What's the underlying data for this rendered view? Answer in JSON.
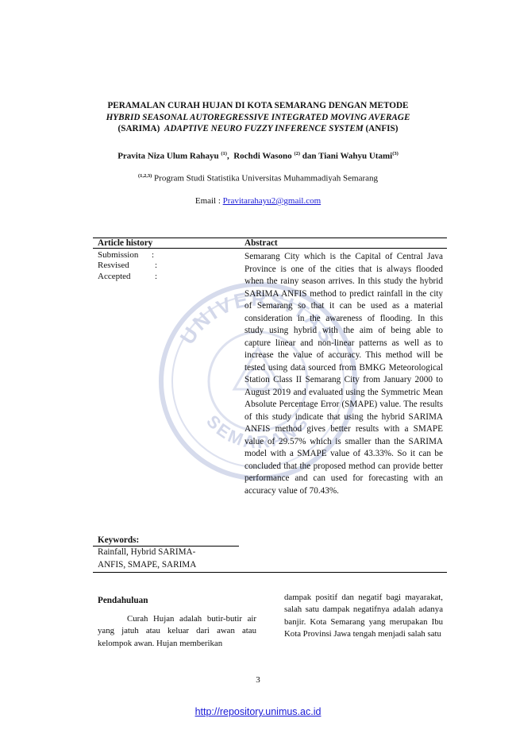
{
  "title": {
    "line1": "PERAMALAN CURAH HUJAN DI KOTA SEMARANG DENGAN METODE",
    "line2": "HYBRID SEASONAL AUTOREGRESSIVE INTEGRATED MOVING AVERAGE",
    "line3_a": "(SARIMA)",
    "line3_b": "ADAPTIVE NEURO FUZZY INFERENCE SYSTEM",
    "line3_c": "(ANFIS)"
  },
  "authors": {
    "a1": "Pravita Niza Ulum Rahayu",
    "a1_sup": "(1)",
    "a2": "Rochdi Wasono",
    "a2_sup": "(2)",
    "a3": "dan Tiani Wahyu Utami",
    "a3_sup": "(3)"
  },
  "affiliation": {
    "sup": "(1,2,3)",
    "text": "Program Studi Statistika Universitas Muhammadiyah Semarang"
  },
  "email": {
    "label": "Email :",
    "address": "Pravitarahayu2@gmail.com"
  },
  "article_history": {
    "heading": "Article history",
    "rows": [
      {
        "label": "Submission",
        "colon": ":"
      },
      {
        "label": "Resvised",
        "colon": ":"
      },
      {
        "label": "Accepted",
        "colon": ":"
      }
    ]
  },
  "abstract": {
    "heading": "Abstract",
    "text": "Semarang City which is the Capital of Central Java Province is one of the cities that is always flooded when the rainy season arrives. In this study the hybrid SARIMA ANFIS method to predict rainfall in the city of Semarang so that it can be used as a material consideration in the awareness of flooding. In this study using hybrid with the aim of being able to capture linear and non-linear patterns as well as to increase the value of accuracy. This method will be tested using data sourced from BMKG Meteorological Station Class II Semarang City from January 2000 to August 2019 and evaluated using the Symmetric Mean Absolute Percentage Error (SMAPE) value. The results of this study indicate that using the hybrid SARIMA ANFIS method gives better results with a SMAPE value of 29.57% which is smaller than the SARIMA model with a SMAPE value of 43.33%. So it can be concluded that the proposed method can provide better performance and can used for forecasting with an accuracy value of 70.43%."
  },
  "keywords": {
    "heading": "Keywords:",
    "line1": "Rainfall, Hybrid SARIMA-",
    "line2": "ANFIS, SMAPE, SARIMA"
  },
  "body": {
    "heading": "Pendahuluan",
    "left_text": "Curah Hujan adalah butir-butir air yang jatuh atau keluar dari awan atau kelompok awan. Hujan memberikan",
    "right_text": "dampak positif dan negatif bagi mayarakat, salah satu dampak negatifnya adalah adanya banjir. Kota Semarang yang merupakan Ibu Kota Provinsi Jawa tengah menjadi salah satu"
  },
  "page_number": "3",
  "footer": {
    "link": "http://repository.unimus.ac.id"
  },
  "watermark": {
    "text_top": "UNIVERSITAS",
    "text_bottom": "SEMARANG",
    "color": "#c5cbe3"
  }
}
